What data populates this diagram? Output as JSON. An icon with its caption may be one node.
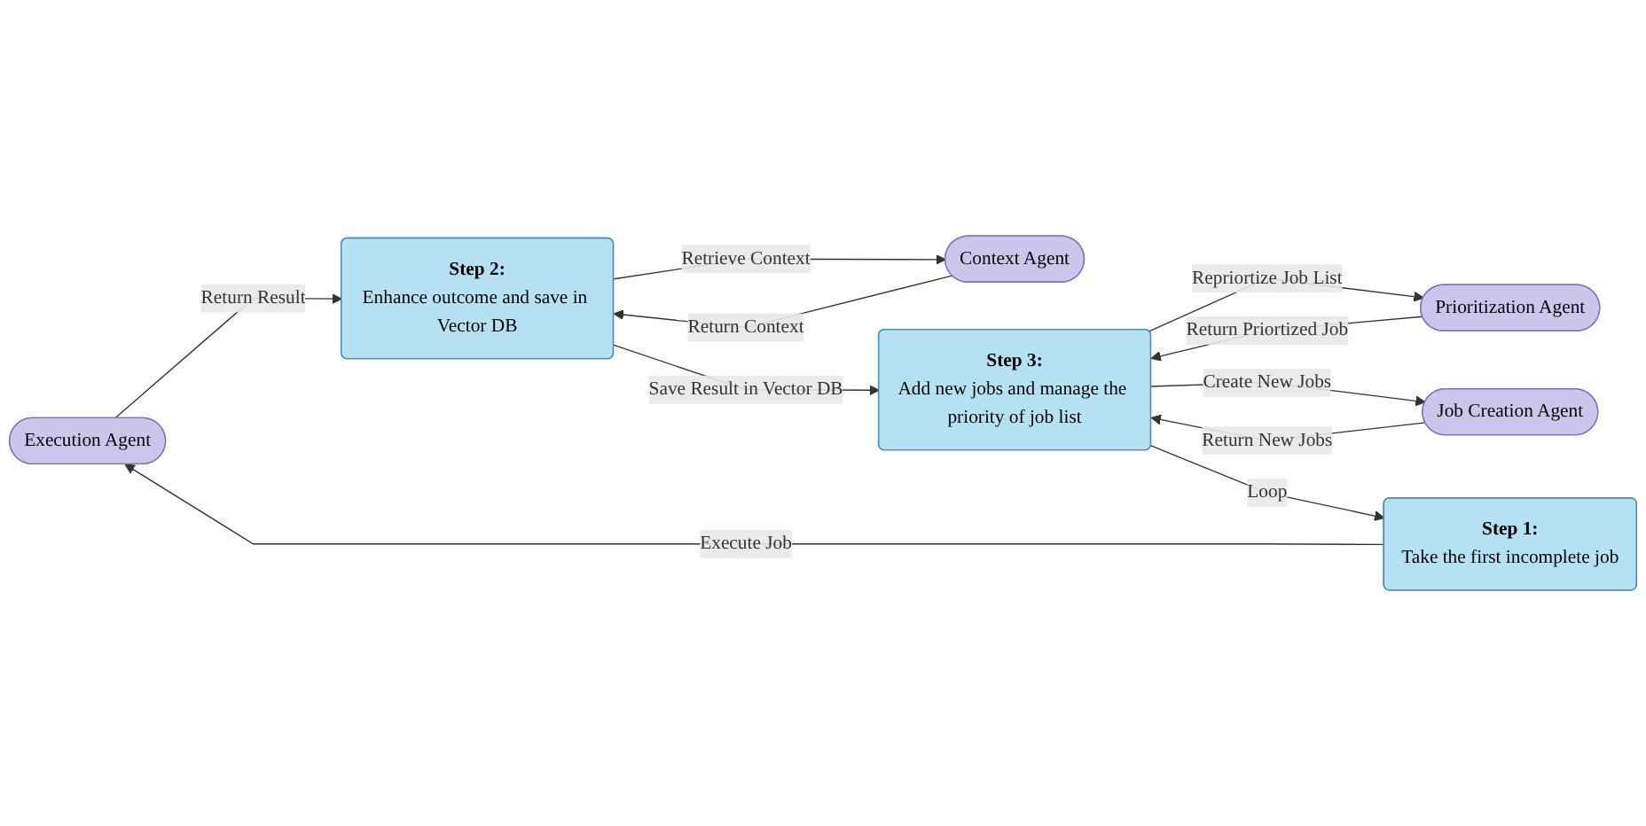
{
  "diagram": {
    "nodes": [
      {
        "text": [
          "Execution Agent"
        ]
      },
      {
        "text": [
          "Context Agent"
        ]
      },
      {
        "text": [
          "Prioritization Agent"
        ]
      },
      {
        "text": [
          "Step 1:",
          "Take the first incomplete job"
        ]
      },
      {
        "text": [
          "Step 2:",
          "Enhance outcome and save in Vector DB"
        ]
      },
      {
        "text": [
          "Step 3:",
          "Add new jobs and manage the priority of job list"
        ]
      },
      {
        "text": [
          "Job Creation Agent"
        ]
      }
    ],
    "edges": [
      {
        "from": 3,
        "to": 0,
        "arrow": "to",
        "label": "Execute Job"
      },
      {
        "from": 0,
        "to": 4,
        "arrow": "to",
        "label": "Return Result"
      },
      {
        "from": 4,
        "to": 1,
        "arrow": "to",
        "label": "Retrieve Context"
      },
      {
        "from": 1,
        "to": 4,
        "arrow": "to",
        "label": "Return Context"
      },
      {
        "from": 4,
        "to": 5,
        "arrow": "to",
        "label": "Save Result in Vector DB"
      },
      {
        "from": 5,
        "to": 2,
        "arrow": "to",
        "label": "Repriortize Job List"
      },
      {
        "from": 2,
        "to": 5,
        "arrow": "to",
        "label": "Return Priortized Job"
      },
      {
        "from": 5,
        "to": 6,
        "arrow": "to",
        "label": "Create New Jobs"
      },
      {
        "from": 6,
        "to": 5,
        "arrow": "to",
        "label": "Return New Jobs"
      },
      {
        "from": 5,
        "to": 3,
        "arrow": "to",
        "label": "Loop"
      }
    ]
  }
}
